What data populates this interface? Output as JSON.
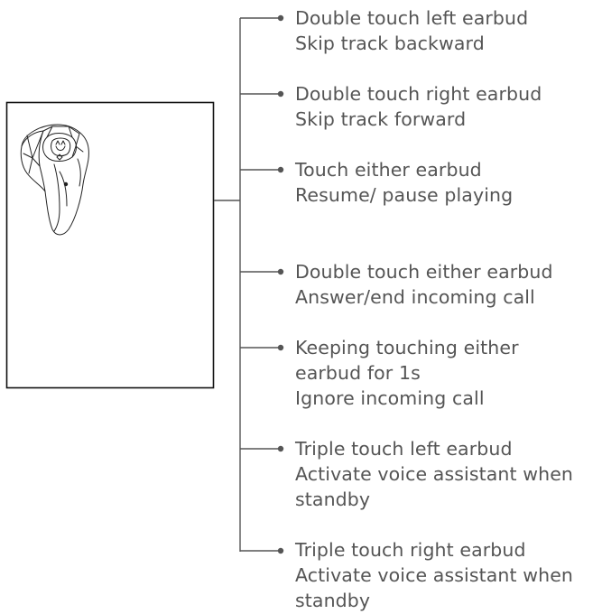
{
  "colors": {
    "ink": "#555555",
    "frame": "#111111"
  },
  "image": {
    "icon": "earbud-icon"
  },
  "gestures": [
    {
      "lines": [
        "Double touch left earbud",
        "Skip track backward"
      ]
    },
    {
      "lines": [
        "Double touch right earbud",
        "Skip track forward"
      ]
    },
    {
      "lines": [
        "Touch either earbud",
        "Resume/  pause playing"
      ]
    },
    {
      "lines": [
        "Double touch either earbud",
        "Answer/end incoming call"
      ]
    },
    {
      "lines": [
        "Keeping touching either",
        "earbud for 1s",
        "Ignore incoming call"
      ]
    },
    {
      "lines": [
        "Triple touch left earbud",
        "Activate voice assistant when",
        "standby"
      ]
    },
    {
      "lines": [
        "Triple touch right earbud",
        "Activate voice assistant when",
        "standby"
      ]
    }
  ]
}
